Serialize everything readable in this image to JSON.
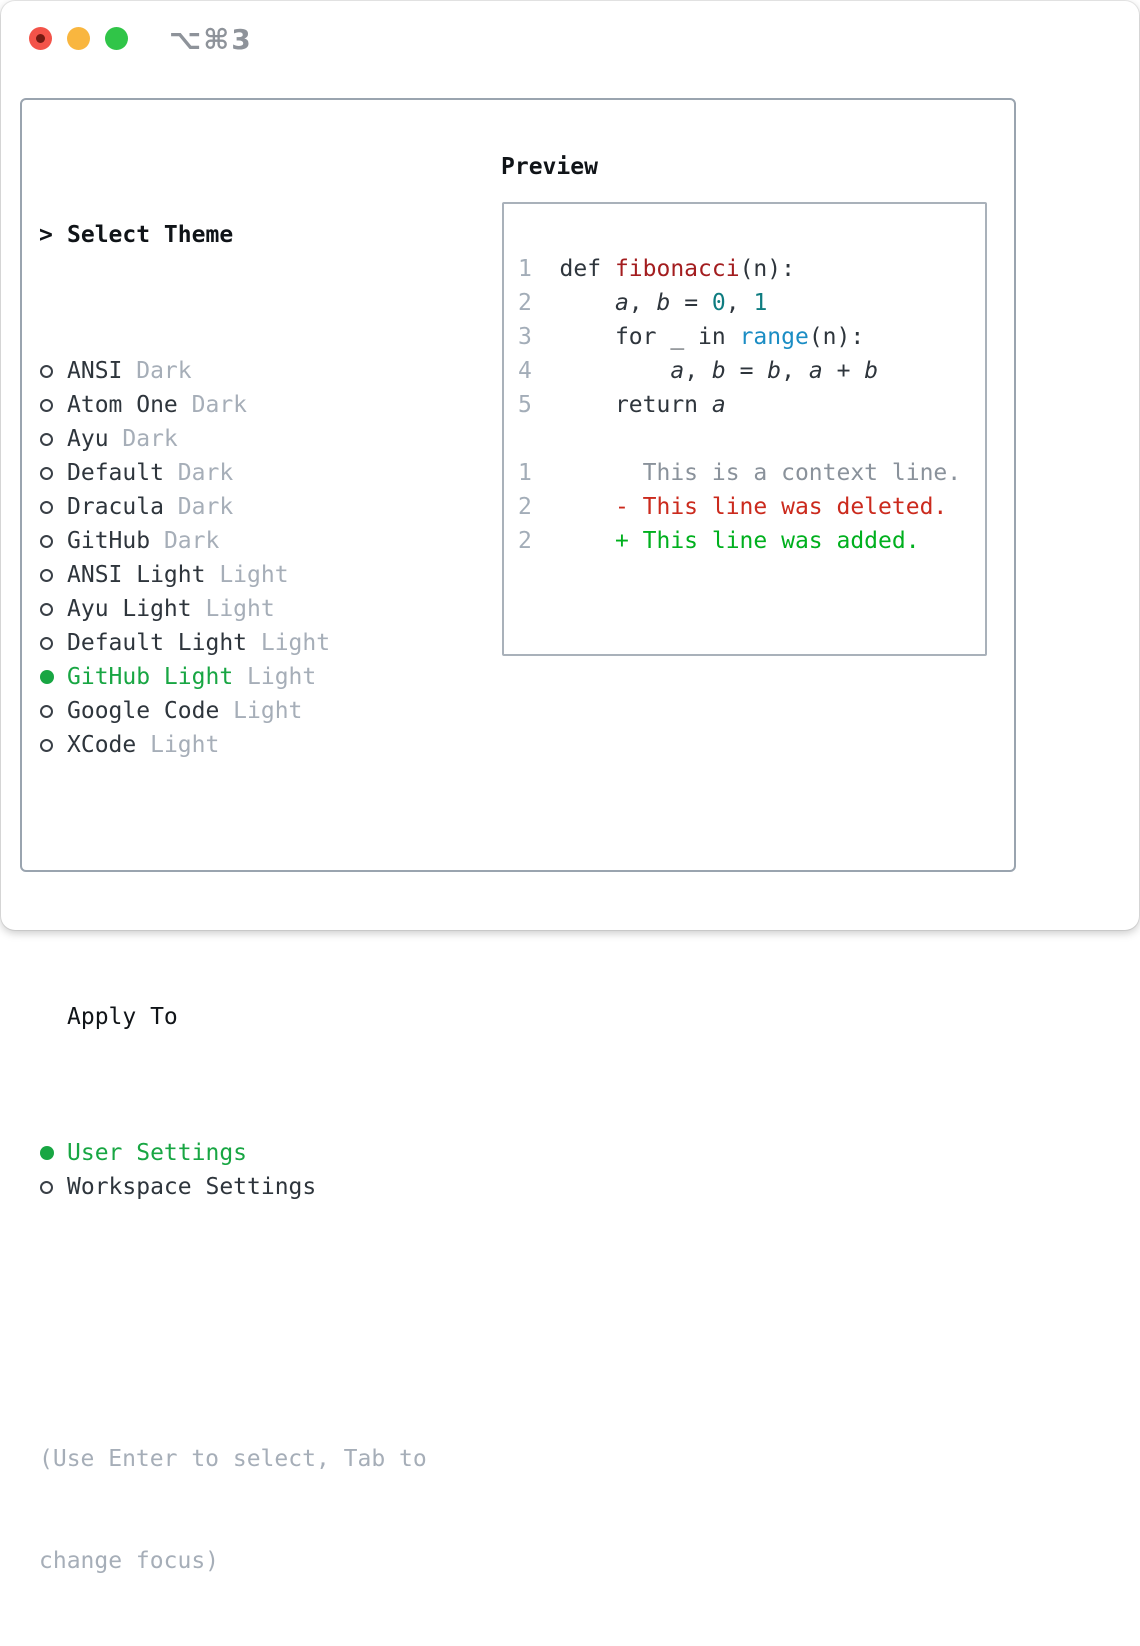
{
  "window": {
    "title_shortcut": "⌥⌘3",
    "traffic_lights": [
      "close",
      "minimize",
      "zoom"
    ]
  },
  "palette": {
    "black": "#101418",
    "fg": "#2e353c",
    "gray": "#a6aeb8",
    "green": "#18a643",
    "ln": "#a3adb8",
    "func": "#a31d1f",
    "numc": "#0e7c80",
    "call": "#1b8dc4",
    "ctx": "#8a929b",
    "del": "#cb2a1d",
    "add": "#00b01e",
    "border_panel": "#9aa4af",
    "border_preview": "#a9b1ba",
    "ring": "#3a4047",
    "title": "#8e939a",
    "tl_red": "#f35349",
    "tl_red_dot": "#731a12",
    "tl_yellow": "#f9b63f",
    "tl_green": "#30c548"
  },
  "left_panel": {
    "header": {
      "prompt": ">",
      "label": "Select Theme"
    },
    "themes": [
      {
        "name": "ANSI",
        "tag": "Dark",
        "selected": false
      },
      {
        "name": "Atom One",
        "tag": "Dark",
        "selected": false
      },
      {
        "name": "Ayu",
        "tag": "Dark",
        "selected": false
      },
      {
        "name": "Default",
        "tag": "Dark",
        "selected": false
      },
      {
        "name": "Dracula",
        "tag": "Dark",
        "selected": false
      },
      {
        "name": "GitHub",
        "tag": "Dark",
        "selected": false
      },
      {
        "name": "ANSI Light",
        "tag": "Light",
        "selected": false
      },
      {
        "name": "Ayu Light",
        "tag": "Light",
        "selected": false
      },
      {
        "name": "Default Light",
        "tag": "Light",
        "selected": false
      },
      {
        "name": "GitHub Light",
        "tag": "Light",
        "selected": true
      },
      {
        "name": "Google Code",
        "tag": "Light",
        "selected": false
      },
      {
        "name": "XCode",
        "tag": "Light",
        "selected": false
      }
    ],
    "apply_to": {
      "label": "Apply To",
      "options": [
        {
          "name": "User Settings",
          "selected": true
        },
        {
          "name": "Workspace Settings",
          "selected": false
        }
      ]
    },
    "help_lines": [
      "(Use Enter to select, Tab to",
      "change focus)"
    ]
  },
  "preview": {
    "header": "Preview",
    "lines": [
      {
        "tokens": [
          [
            "1  ",
            "ln"
          ],
          [
            "def ",
            "fg"
          ],
          [
            "fibonacci",
            "func"
          ],
          [
            "(n):",
            "fg"
          ]
        ]
      },
      {
        "tokens": [
          [
            "2      ",
            "ln"
          ],
          [
            "a",
            "var"
          ],
          [
            ", ",
            "fg"
          ],
          [
            "b",
            "var"
          ],
          [
            " = ",
            "fg"
          ],
          [
            "0",
            "num"
          ],
          [
            ", ",
            "fg"
          ],
          [
            "1",
            "num"
          ]
        ]
      },
      {
        "tokens": [
          [
            "3      ",
            "ln"
          ],
          [
            "for _ in ",
            "fg"
          ],
          [
            "range",
            "call"
          ],
          [
            "(n):",
            "fg"
          ]
        ]
      },
      {
        "tokens": [
          [
            "4          ",
            "ln"
          ],
          [
            "a",
            "var"
          ],
          [
            ", ",
            "fg"
          ],
          [
            "b",
            "var"
          ],
          [
            " = ",
            "fg"
          ],
          [
            "b",
            "var"
          ],
          [
            ", ",
            "fg"
          ],
          [
            "a",
            "var"
          ],
          [
            " + ",
            "fg"
          ],
          [
            "b",
            "var"
          ]
        ]
      },
      {
        "tokens": [
          [
            "5      ",
            "ln"
          ],
          [
            "return ",
            "fg"
          ],
          [
            "a",
            "var"
          ]
        ]
      },
      {
        "tokens": []
      },
      {
        "tokens": [
          [
            "1        ",
            "ln"
          ],
          [
            "This is a context line.",
            "ctx"
          ]
        ]
      },
      {
        "tokens": [
          [
            "2      ",
            "ln"
          ],
          [
            "- This line was deleted.",
            "del"
          ]
        ]
      },
      {
        "tokens": [
          [
            "2      ",
            "ln"
          ],
          [
            "+ This line was added.",
            "add"
          ]
        ]
      }
    ]
  }
}
